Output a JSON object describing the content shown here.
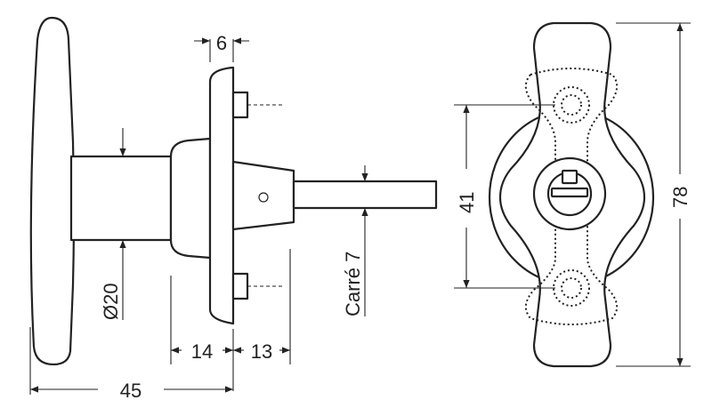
{
  "dimensions": {
    "screw_offset": "6",
    "shaft_diameter": "Ø20",
    "plate_to_step": "14",
    "spindle_length": "13",
    "overall_depth": "45",
    "spindle_square": "Carré 7",
    "hole_spacing": "41",
    "handle_height": "78"
  }
}
